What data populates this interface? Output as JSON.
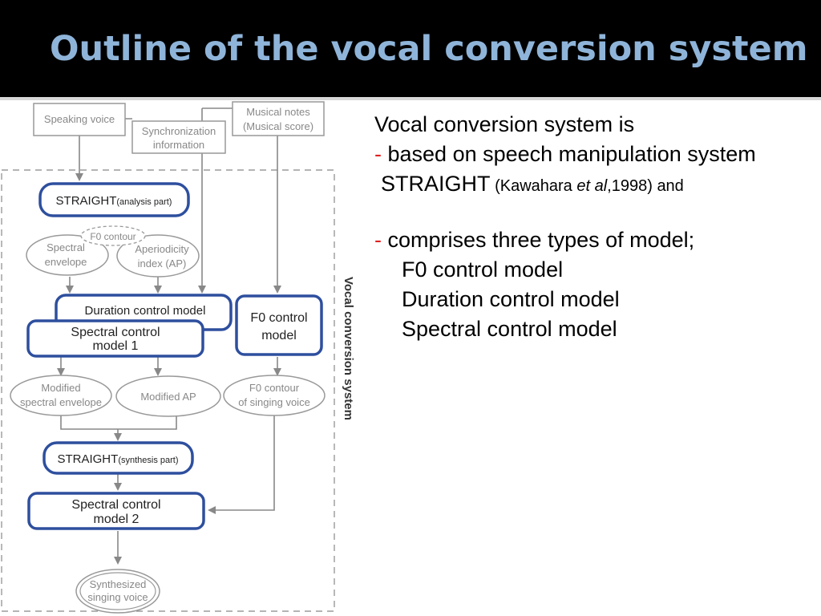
{
  "slide": {
    "title": "Outline of the vocal conversion system"
  },
  "diagram": {
    "speaking_voice": "Speaking voice",
    "sync_info_line1": "Synchronization",
    "sync_info_line2": "information",
    "musical_notes_line1": "Musical notes",
    "musical_notes_line2": "(Musical score)",
    "straight_analysis_main": "STRAIGHT",
    "straight_analysis_sub": "(analysis part)",
    "f0_contour": "F0 contour",
    "spectral_envelope_line1": "Spectral",
    "spectral_envelope_line2": "envelope",
    "aperiodicity_line1": "Aperiodicity",
    "aperiodicity_line2": "index (AP)",
    "duration_control_model": "Duration control model",
    "spectral_control_model1_line1": "Spectral control",
    "spectral_control_model1_line2": "model 1",
    "f0_control_model_line1": "F0 control",
    "f0_control_model_line2": "model",
    "modified_spectral_line1": "Modified",
    "modified_spectral_line2": "spectral envelope",
    "modified_ap": "Modified  AP",
    "f0_singing_line1": "F0 contour",
    "f0_singing_line2": "of singing voice",
    "straight_synthesis_main": "STRAIGHT",
    "straight_synthesis_sub": "(synthesis part)",
    "spectral_control_model2_line1": "Spectral control",
    "spectral_control_model2_line2": "model 2",
    "synthesized_line1": "Synthesized",
    "synthesized_line2": "singing voice",
    "system_label": "Vocal conversion system"
  },
  "text": {
    "line1": "Vocal conversion system is",
    "dash": "-",
    "line2": " based on speech manipulation system",
    "straight": "STRAIGHT",
    "cite_prefix": " (Kawahara ",
    "cite_etal": "et al",
    "cite_suffix": ",1998) and",
    "line4": " comprises three types of model;",
    "model1": "F0 control model",
    "model2": "Duration control model",
    "model3": "Spectral control model"
  },
  "colors": {
    "title": "#8fb4d9",
    "model_border": "#2e4f9e",
    "gray": "#9a9a9a",
    "dash": "#e02020"
  }
}
